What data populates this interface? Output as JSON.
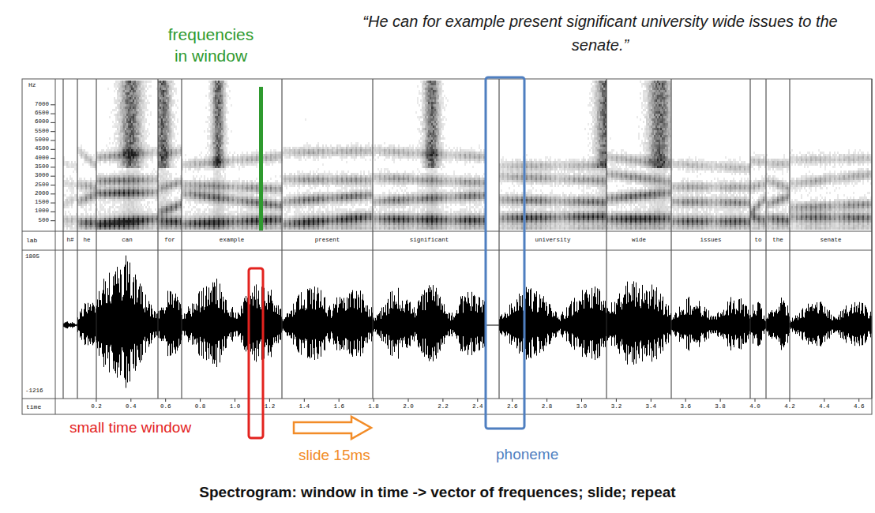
{
  "diagram": {
    "title": "“He can for example present significant university wide issues to the senate.”",
    "caption": "Spectrogram: window in time -> vector of frequences; slide; repeat",
    "labels": [
      "frequencies in window",
      "Hz",
      "7000",
      "6500",
      "6000",
      "5500",
      "5000",
      "4500",
      "4000",
      "3500",
      "3000",
      "2500",
      "2000",
      "1500",
      "1000",
      "500",
      "lab",
      "h#",
      "he",
      "can",
      "for",
      "example",
      "present",
      "significant",
      "university",
      "wide",
      "issues",
      "to",
      "the",
      "senate",
      "1805",
      "-1216",
      "time",
      "0.2",
      "0.4",
      "0.6",
      "0.8",
      "1.0",
      "1.2",
      "1.4",
      "1.6",
      "1.8",
      "2.0",
      "2.2",
      "2.4",
      "2.6",
      "2.8",
      "3.0",
      "3.2",
      "3.4",
      "3.6",
      "3.8",
      "4.0",
      "4.2",
      "4.4",
      "4.6",
      "small time window",
      "slide 15ms",
      "phoneme"
    ]
  }
}
